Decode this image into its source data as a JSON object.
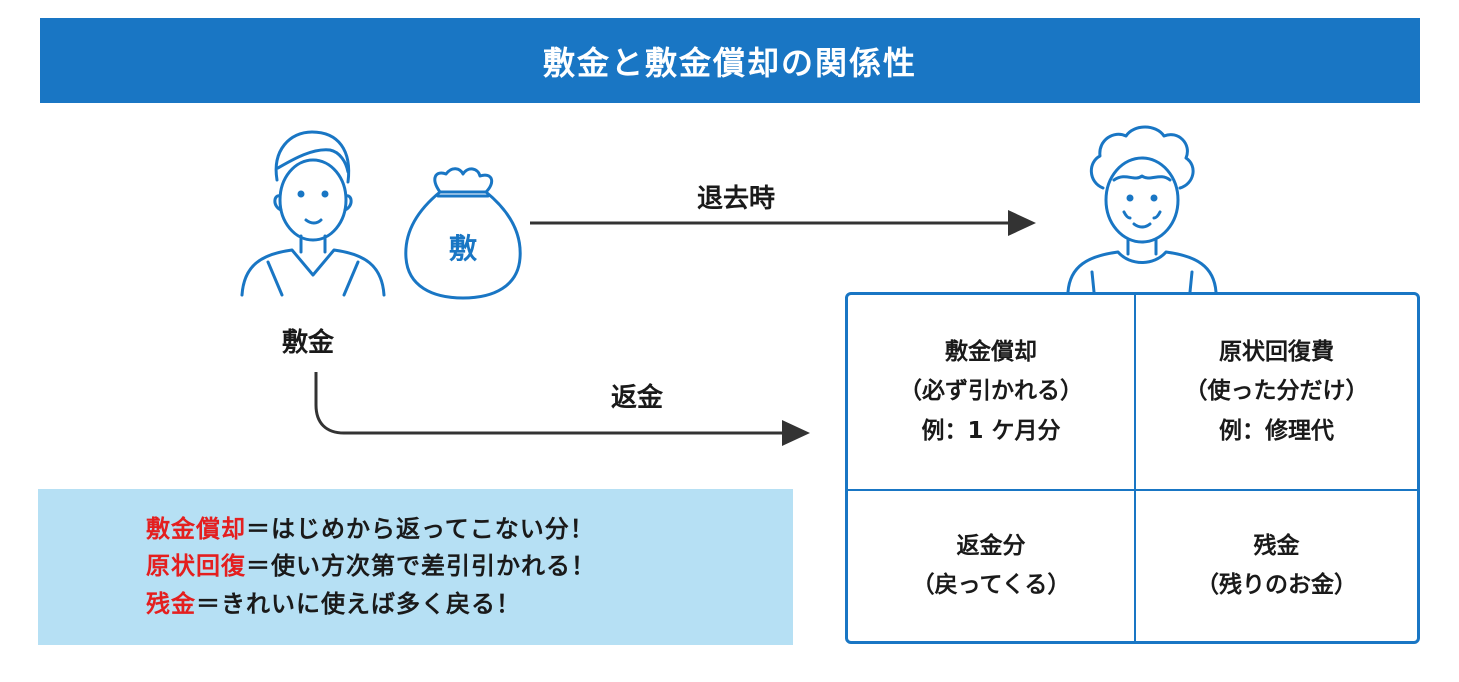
{
  "title": "敷金と敷金償却の関係性",
  "money_bag_char": "敷",
  "tenant_label": "敷金",
  "arrow_top_label": "退去時",
  "arrow_bottom_label": "返金",
  "grid": {
    "top_left": {
      "title": "敷金償却",
      "sub": "（必ず引かれる）",
      "example": "例：1 ケ月分"
    },
    "top_right": {
      "title": "原状回復費",
      "sub": "（使った分だけ）",
      "example": "例：修理代"
    },
    "bottom_left": {
      "title": "返金分",
      "sub": "（戻ってくる）"
    },
    "bottom_right": {
      "title": "残金",
      "sub": "（残りのお金）"
    }
  },
  "notes": [
    {
      "key": "敷金償却",
      "text": "＝はじめから返ってこない分！"
    },
    {
      "key": "原状回復",
      "text": "＝使い方次第で差引引かれる！"
    },
    {
      "key": "残金",
      "text": "＝きれいに使えば多く戻る！"
    }
  ],
  "colors": {
    "brand_blue": "#1976c4",
    "note_bg": "#b6e0f4",
    "accent_red": "#e41f1f",
    "arrow": "#333333"
  },
  "icons": [
    "tenant-person-icon",
    "money-bag-icon",
    "landlord-person-icon",
    "arrow-right-icon"
  ]
}
